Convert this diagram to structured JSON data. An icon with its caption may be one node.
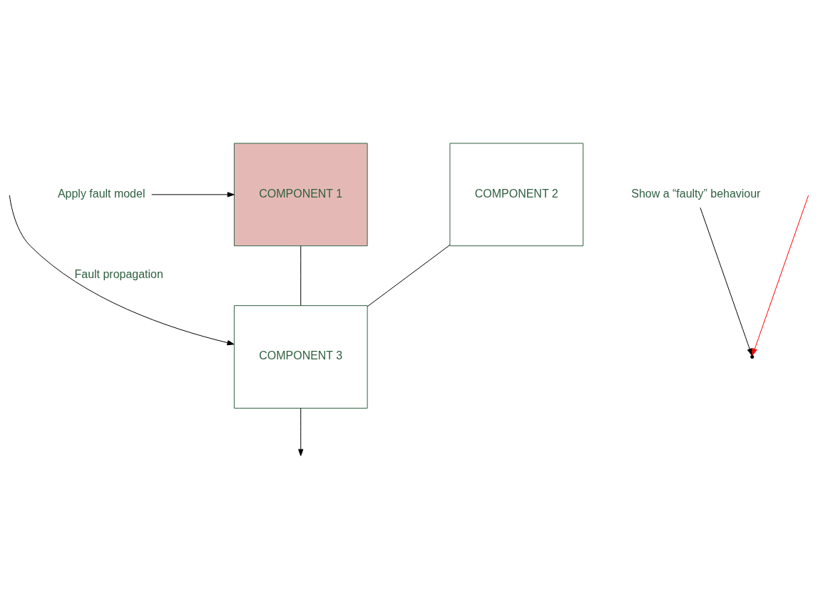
{
  "diagram": {
    "nodes": [
      {
        "text": [
          "COMPONENT 1"
        ]
      },
      {
        "text": [
          "COMPONENT 2"
        ]
      },
      {
        "text": [
          "COMPONENT 3"
        ]
      },
      {
        "text": [
          "Apply fault model"
        ]
      },
      {
        "text": [
          "Show a “faulty” behaviour"
        ]
      },
      {
        "text": [],
        "shape": "point"
      }
    ],
    "edges": [
      {
        "from": 3,
        "to": 0,
        "arrow": "to"
      },
      {
        "from": 0,
        "to": 2,
        "arrow": "none"
      },
      {
        "from": 1,
        "to": 2,
        "arrow": "none"
      },
      {
        "from": 4,
        "to": 5,
        "arrow": "to"
      },
      {
        "from": null,
        "to": 5,
        "arrow": "to",
        "color": "#ff0000"
      },
      {
        "from": null,
        "to": 2,
        "arrow": "to",
        "label": "Fault propagation"
      },
      {
        "from": 2,
        "to": null,
        "arrow": "to"
      }
    ]
  }
}
